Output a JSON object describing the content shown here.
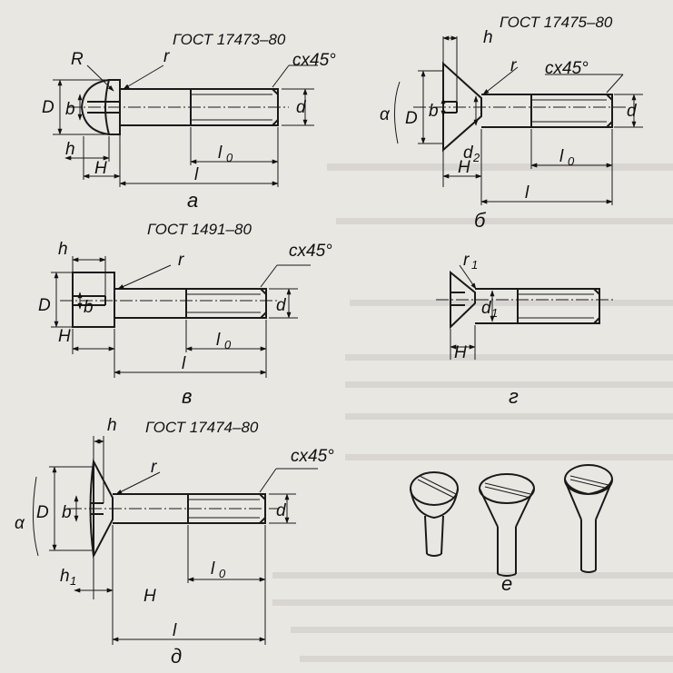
{
  "standards": {
    "a": "ГОСТ 17473–80",
    "b": "ГОСТ 17475–80",
    "v": "ГОСТ 1491–80",
    "d": "ГОСТ 17474–80"
  },
  "captions": {
    "a": "а",
    "b": "б",
    "v": "в",
    "g": "г",
    "d": "д",
    "e": "е"
  },
  "dims": {
    "R": "R",
    "r": "r",
    "r1": "r",
    "r1_sub": "1",
    "D": "D",
    "b": "b",
    "h": "h",
    "H": "H",
    "l": "l",
    "l0": "l",
    "l0_sub": "0",
    "d": "d",
    "d1": "d",
    "d1_sub": "1",
    "d2": "d",
    "d2_sub": "2",
    "h1": "h",
    "h1_sub": "1",
    "alpha": "α",
    "chamfer": "cx45°"
  }
}
